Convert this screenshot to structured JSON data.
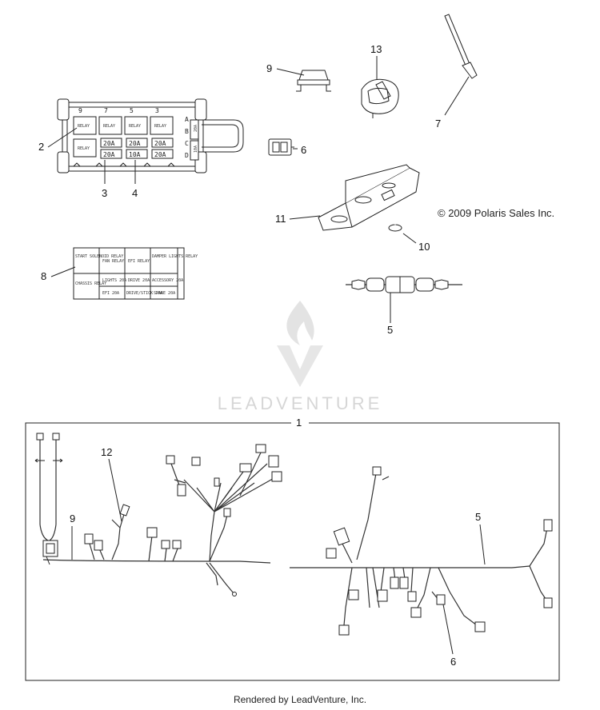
{
  "copyright": "© 2009 Polaris Sales Inc.",
  "watermark": "LEADVENTURE",
  "footer": "Rendered by LeadVenture, Inc.",
  "callouts": {
    "c1": "1",
    "c2": "2",
    "c3": "3",
    "c4": "4",
    "c5a": "5",
    "c5b": "5",
    "c6a": "6",
    "c6b": "6",
    "c7": "7",
    "c8": "8",
    "c9a": "9",
    "c9b": "9",
    "c10": "10",
    "c11": "11",
    "c12": "12",
    "c13": "13"
  },
  "fuse_box": {
    "relay_label": "RELAY",
    "top_numbers": [
      "9",
      "7",
      "5",
      "3"
    ],
    "side_letters": [
      "A",
      "B",
      "C",
      "D"
    ],
    "fuse_row1": [
      "20A",
      "20A",
      "20A"
    ],
    "fuse_row2": [
      "20A",
      "10A",
      "20A"
    ],
    "side_fuses": [
      "20A",
      "10A"
    ]
  },
  "decal": {
    "cells": [
      "START SOLENOID RELAY",
      "FAN RELAY",
      "EFI RELAY",
      "DAMPER LIGHTS RELAY",
      "CHASSIS RELAY",
      "LIGHTS 20A",
      "DRIVE 20A",
      "ACCESSORY 20A",
      "",
      "EFI 20A",
      "DRIVE/STICK 10A",
      "SPARE 20A"
    ]
  }
}
